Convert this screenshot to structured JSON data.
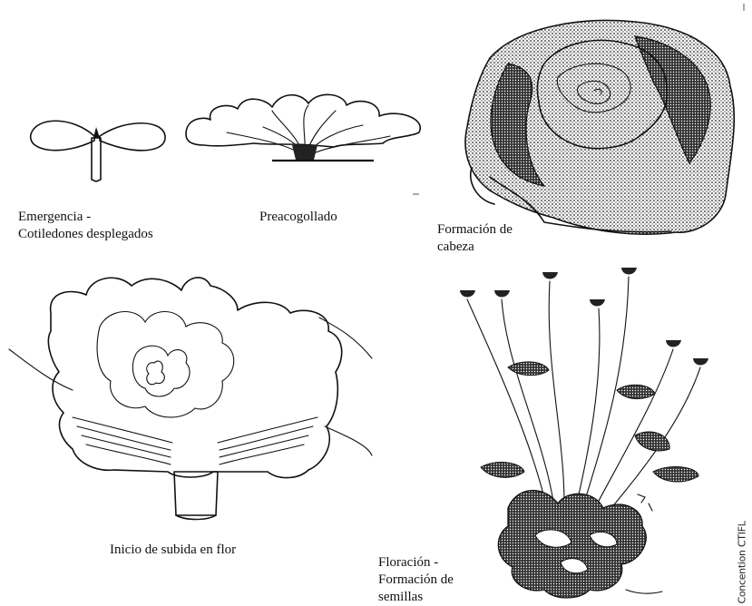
{
  "stages": [
    {
      "id": "emergencia",
      "label": "Emergencia -\nCotiledones desplegados"
    },
    {
      "id": "preacogollado",
      "label": "Preacogollado"
    },
    {
      "id": "formacion-cabeza",
      "label": "Formación de\ncabeza"
    },
    {
      "id": "inicio-subida",
      "label": "Inicio de subida en flor"
    },
    {
      "id": "floracion",
      "label": "Floración -\nFormación de\nsemillas"
    }
  ],
  "credit": "Concention CTIFL",
  "colors": {
    "ink": "#111111",
    "shade": "#333333",
    "background": "#ffffff"
  }
}
